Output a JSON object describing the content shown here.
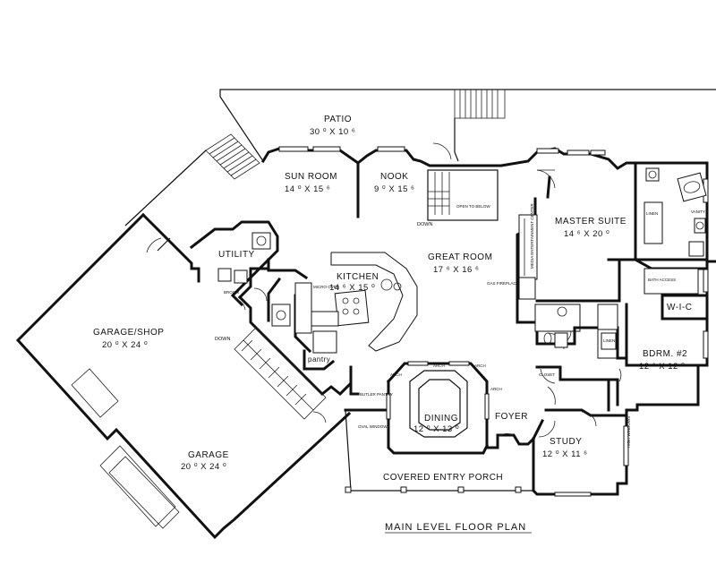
{
  "caption": "MAIN LEVEL FLOOR PLAN",
  "rooms": {
    "patio": {
      "name": "PATIO",
      "dim": "30 ⁰ X 10 ⁶"
    },
    "sun_room": {
      "name": "SUN ROOM",
      "dim": "14 ⁰ X 15 ⁶"
    },
    "nook": {
      "name": "NOOK",
      "dim": "9 ⁰ X 15 ⁶"
    },
    "master_suite": {
      "name": "MASTER SUITE",
      "dim": "14 ⁶ X 20 ⁰"
    },
    "utility": {
      "name": "UTILITY"
    },
    "kitchen": {
      "name": "KITCHEN",
      "dim": "14 ⁶ X 15 ⁰"
    },
    "great_room": {
      "name": "GREAT ROOM",
      "dim": "17 ⁶ X 16 ⁶"
    },
    "garage_shop": {
      "name": "GARAGE/SHOP",
      "dim": "20 ⁰ X 24 ⁰"
    },
    "wic": {
      "name": "W-I-C"
    },
    "bdrm2": {
      "name": "BDRM. #2",
      "dim": "12 ⁶ X 12 ⁰"
    },
    "dining": {
      "name": "DINING",
      "dim": "12 ⁰ X 13 ⁰"
    },
    "foyer": {
      "name": "FOYER"
    },
    "garage": {
      "name": "GARAGE",
      "dim": "20 ⁰ X 24 ⁰"
    },
    "study": {
      "name": "STUDY",
      "dim": "12 ⁰ X 11 ⁶"
    },
    "porch": {
      "name": "COVERED ENTRY PORCH"
    },
    "pantry": {
      "name": "pantry"
    }
  },
  "notes": {
    "down_stair": "DOWN",
    "down_garage": "DOWN",
    "open_below": "OPEN TO BELOW",
    "gas_fireplace": "GAS FIREPLACE",
    "linen": "LINEN",
    "linen2": "LINEN",
    "arch": "ARCH",
    "arch2": "ARCH",
    "arch3": "ARCH",
    "arch4": "ARCH",
    "butler_pantry": "BUTLER PANTRY",
    "oval_window": "OVAL WINDOW",
    "broom": "BROOM",
    "micro_oven": "MICRO OVEN",
    "vanity": "VANITY",
    "bath_access": "BATH ACCESS",
    "high_windows": "HIGH WINDOWS",
    "media_center": "MEDIA ENTERTAINMENT CENTER",
    "closet": "CLOSET"
  }
}
